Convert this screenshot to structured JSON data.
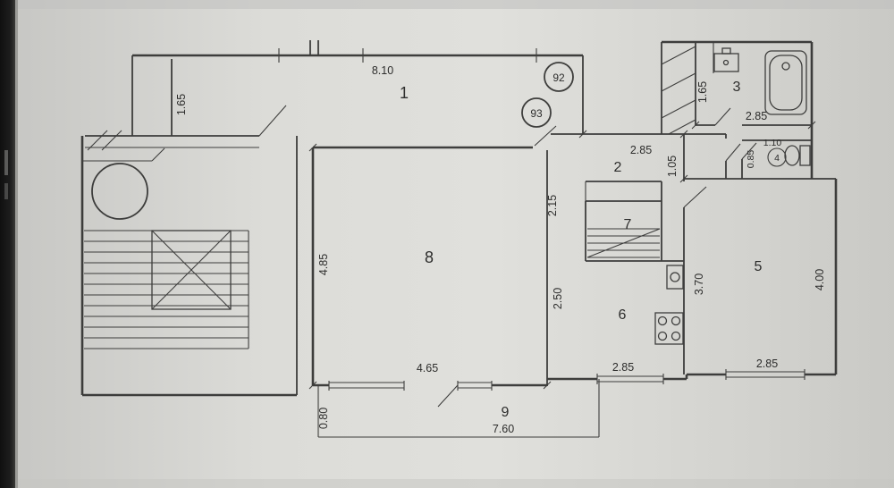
{
  "document": {
    "kind": "scanned apartment floor plan"
  },
  "colors": {
    "paper": "#d7d7d3",
    "ink": "#2d2d2c",
    "scan_strip": "#181818"
  },
  "rooms": {
    "r1": "1",
    "r2": "2",
    "r3": "3",
    "r5": "5",
    "r6": "6",
    "r7": "7",
    "r8": "8",
    "r9": "9"
  },
  "stamps": {
    "apt92": "92",
    "apt93": "93",
    "fixture4": "4"
  },
  "dims": {
    "top_width": "8.10",
    "hall_left": "1.65",
    "bath_left": "1.65",
    "bath_width": "2.85",
    "hall2_width": "2.85",
    "hall2_height": "1.05",
    "wc_width": "0.85",
    "wc_depth": "1.10",
    "opening8": "2.15",
    "room8_height": "4.85",
    "room8_lower": "2.50",
    "room5_left_height": "3.70",
    "room5_right_height": "4.00",
    "room8_width": "4.65",
    "kitchen_window": "2.85",
    "room5_window": "2.85",
    "balcony_depth": "0.80",
    "balcony_width": "7.60"
  }
}
